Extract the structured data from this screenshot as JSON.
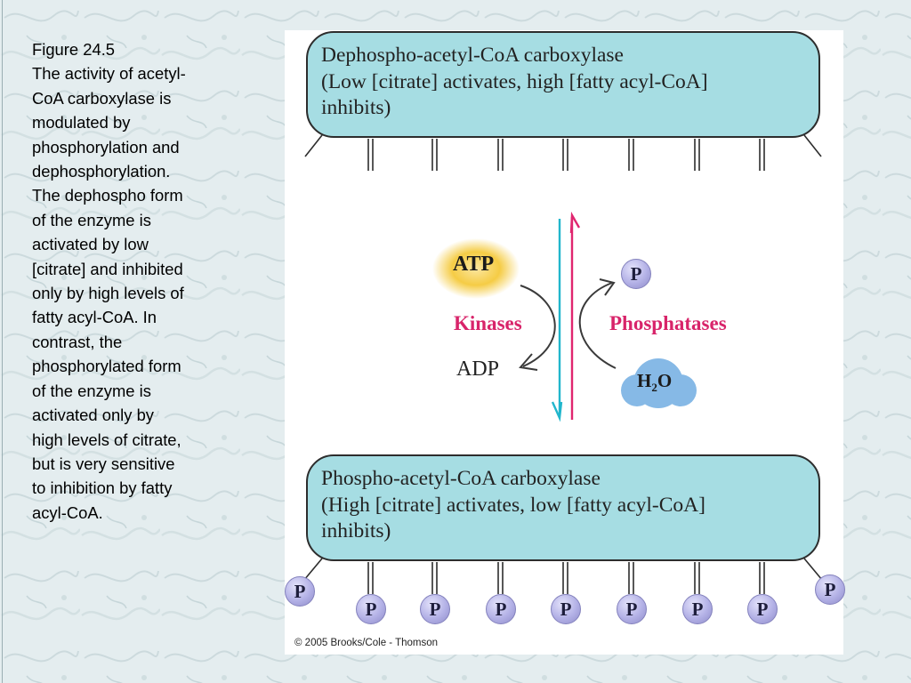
{
  "caption": {
    "lines": [
      "Figure 24.5",
      "The activity of acetyl-",
      "CoA carboxylase is",
      "modulated by",
      "phosphorylation and",
      "dephosphorylation.",
      "The dephospho form",
      "of the enzyme is",
      "activated by low",
      "[citrate] and inhibited",
      "only by high levels of",
      "fatty acyl-CoA. In",
      "contrast, the",
      "phosphorylated form",
      "of the enzyme is",
      "activated only by",
      "high levels of citrate,",
      "but is very sensitive",
      "to inhibition by fatty",
      "acyl-CoA."
    ]
  },
  "diagram": {
    "top_enzyme": {
      "lines": [
        "Dephospho-acetyl-CoA carboxylase",
        "(Low [citrate] activates, high [fatty acyl-CoA]",
        "inhibits)"
      ]
    },
    "bottom_enzyme": {
      "lines": [
        "Phospho-acetyl-CoA carboxylase",
        "(High [citrate] activates, low [fatty acyl-CoA]",
        "inhibits)"
      ]
    },
    "atp_label": "ATP",
    "adp_label": "ADP",
    "kinases_label": "Kinases",
    "phosphatases_label": "Phosphatases",
    "phosphate_label": "P",
    "water_label_main": "H",
    "water_label_sub": "2",
    "water_label_end": "O",
    "colors": {
      "enzyme_fill": "#a6dde3",
      "enzyme_stroke": "#2d2d2d",
      "enzyme_reaction_arrow": "#21b6cc",
      "reverse_arrow": "#e0266f",
      "label_magenta": "#d8246a",
      "atp_glow": "#f7d04a",
      "water_blue": "#86b9e6"
    }
  },
  "credit": "© 2005 Brooks/Cole - Thomson"
}
